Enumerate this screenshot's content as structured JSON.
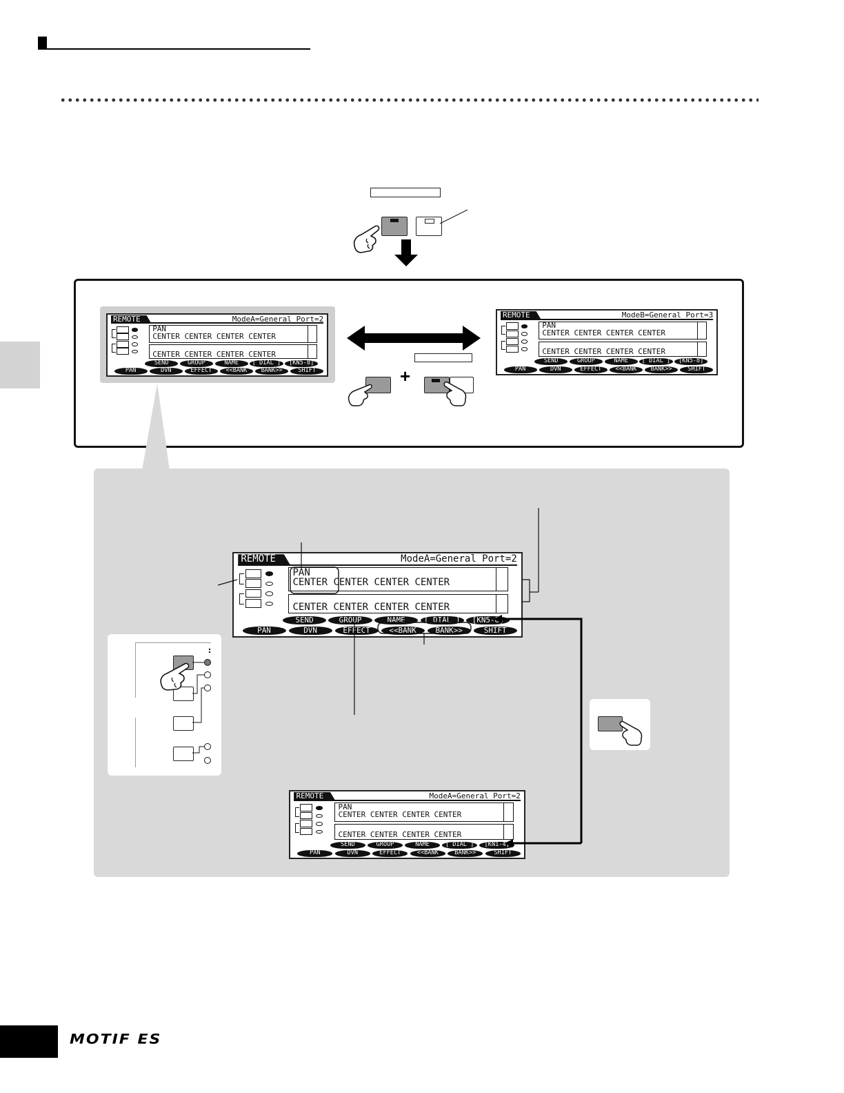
{
  "brand": "MOTIF ES",
  "screens": {
    "top_left": {
      "tag": "REMOTE",
      "mode": "ModeA=General Port=2",
      "track_name": "PAN",
      "row_upper": "CENTER CENTER CENTER CENTER",
      "row_lower": "CENTER CENTER CENTER CENTER",
      "upper_tabs": [
        "SEND",
        "GROUP",
        "NAME",
        "[ DIAL ]",
        "[KN5-8]"
      ],
      "lower_tabs": [
        "PAN",
        "DVN",
        "EFFECT",
        "<<BANK",
        "BANK>>",
        "SHIFT"
      ]
    },
    "top_right": {
      "tag": "REMOTE",
      "mode": "ModeB=General Port=3",
      "track_name": "PAN",
      "row_upper": "CENTER CENTER CENTER CENTER",
      "row_lower": "CENTER CENTER CENTER CENTER",
      "upper_tabs": [
        "SEND",
        "GROUP",
        "NAME",
        "[ DIAL ]",
        "[KN5-8]"
      ],
      "lower_tabs": [
        "PAN",
        "DVN",
        "EFFECT",
        "<<BANK",
        "BANK>>",
        "SHIFT"
      ]
    },
    "main": {
      "tag": "REMOTE",
      "mode": "ModeA=General Port=2",
      "track_name": "PAN",
      "row_upper": "CENTER CENTER CENTER CENTER",
      "row_lower": "CENTER CENTER CENTER CENTER",
      "upper_tabs": [
        "SEND",
        "GROUP",
        "NAME",
        "[ DIAL ]",
        "[KN5-8]"
      ],
      "lower_tabs": [
        "PAN",
        "DVN",
        "EFFECT",
        "<<BANK",
        "BANK>>",
        "SHIFT"
      ]
    },
    "bottom": {
      "tag": "REMOTE",
      "mode": "ModeA=General Port=2",
      "track_name": "PAN",
      "row_upper": "CENTER CENTER CENTER CENTER",
      "row_lower": "CENTER CENTER CENTER CENTER",
      "upper_tabs": [
        "SEND",
        "GROUP",
        "NAME",
        "[ DIAL ]",
        "[KN1-4]"
      ],
      "lower_tabs": [
        "PAN",
        "DVN",
        "EFFECT",
        "<<BANK",
        "BANK>>",
        "SHIFT"
      ]
    }
  },
  "plus_sign": "+",
  "colors": {
    "panel_gray": "#d9d9d9",
    "button_gray": "#9a9a9a",
    "lcd_ink": "#111111"
  }
}
